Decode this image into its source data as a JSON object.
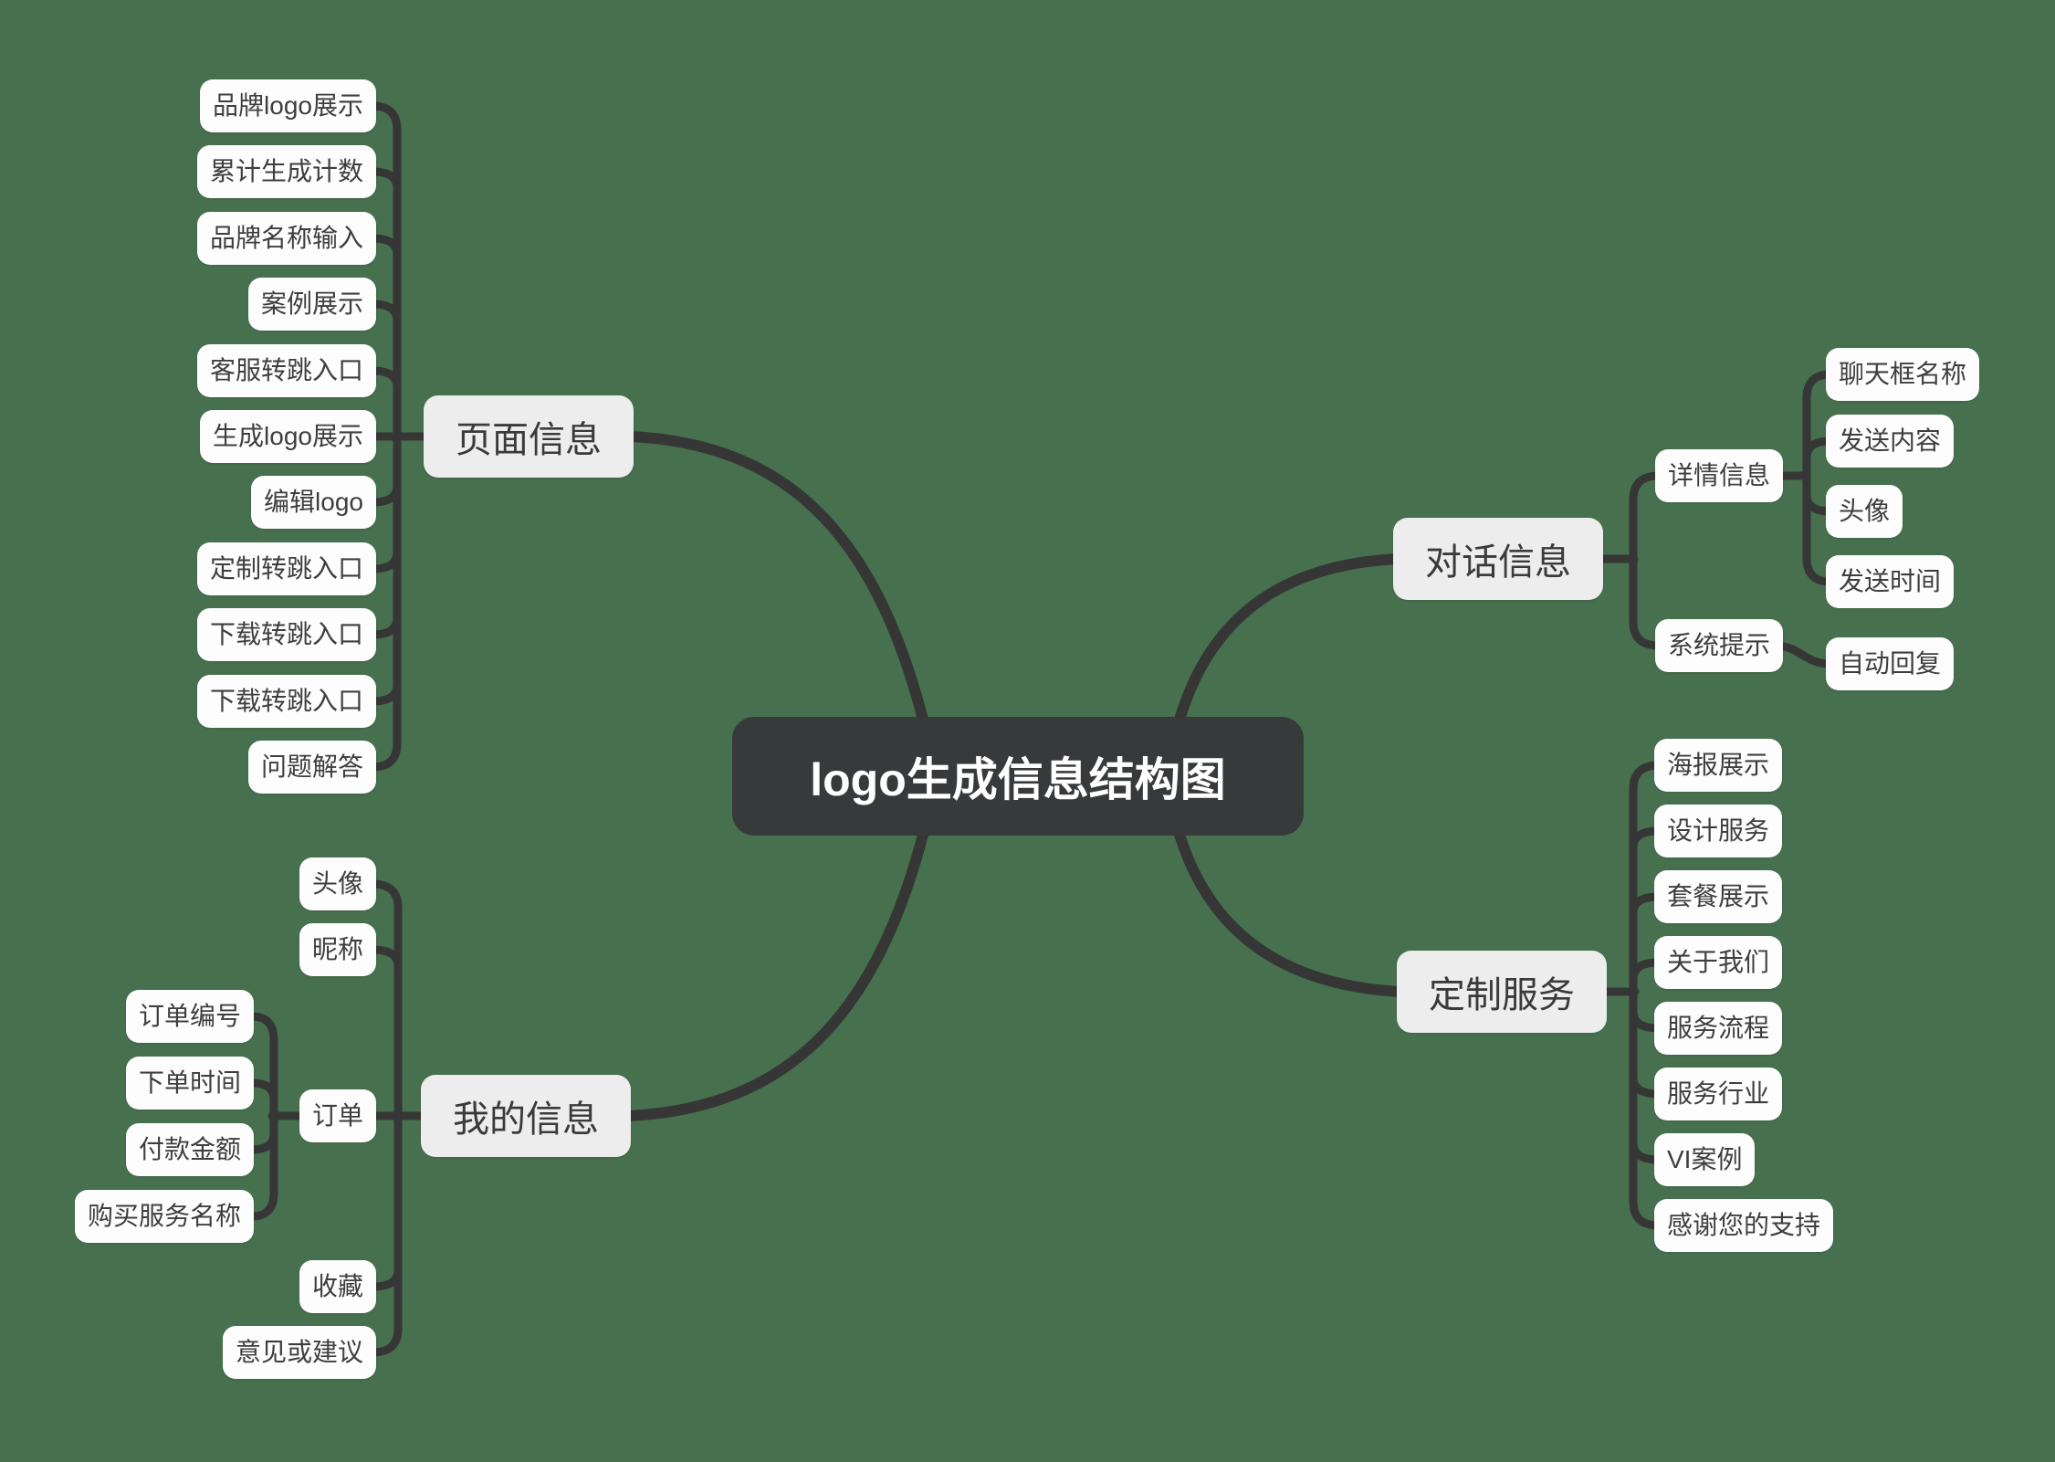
{
  "central": {
    "label": "logo生成信息结构图"
  },
  "branches": {
    "page": {
      "label": "页面信息",
      "children": [
        {
          "label": "品牌logo展示"
        },
        {
          "label": "累计生成计数"
        },
        {
          "label": "品牌名称输入"
        },
        {
          "label": "案例展示"
        },
        {
          "label": "客服转跳入口"
        },
        {
          "label": "生成logo展示"
        },
        {
          "label": "编辑logo"
        },
        {
          "label": "定制转跳入口"
        },
        {
          "label": "下载转跳入口"
        },
        {
          "label": "下载转跳入口"
        },
        {
          "label": "问题解答"
        }
      ]
    },
    "dialog": {
      "label": "对话信息",
      "children": [
        {
          "label": "详情信息",
          "children": [
            {
              "label": "聊天框名称"
            },
            {
              "label": "发送内容"
            },
            {
              "label": "头像"
            },
            {
              "label": "发送时间"
            }
          ]
        },
        {
          "label": "系统提示",
          "children": [
            {
              "label": "自动回复"
            }
          ]
        }
      ]
    },
    "custom": {
      "label": "定制服务",
      "children": [
        {
          "label": "海报展示"
        },
        {
          "label": "设计服务"
        },
        {
          "label": "套餐展示"
        },
        {
          "label": "关于我们"
        },
        {
          "label": "服务流程"
        },
        {
          "label": "服务行业"
        },
        {
          "label": "VI案例"
        },
        {
          "label": "感谢您的支持"
        }
      ]
    },
    "mine": {
      "label": "我的信息",
      "children": [
        {
          "label": "头像"
        },
        {
          "label": "昵称"
        },
        {
          "label": "订单",
          "children": [
            {
              "label": "订单编号"
            },
            {
              "label": "下单时间"
            },
            {
              "label": "付款金额"
            },
            {
              "label": "购买服务名称"
            }
          ]
        },
        {
          "label": "收藏"
        },
        {
          "label": "意见或建议"
        }
      ]
    }
  },
  "colors": {
    "background": "#47704E",
    "connector": "#363636",
    "central_fill": "#38393B",
    "central_text": "#FFFFFF",
    "topic_fill": "#EDEDED",
    "node_fill": "#FDFDFD",
    "node_text": "#3E3E3E"
  }
}
